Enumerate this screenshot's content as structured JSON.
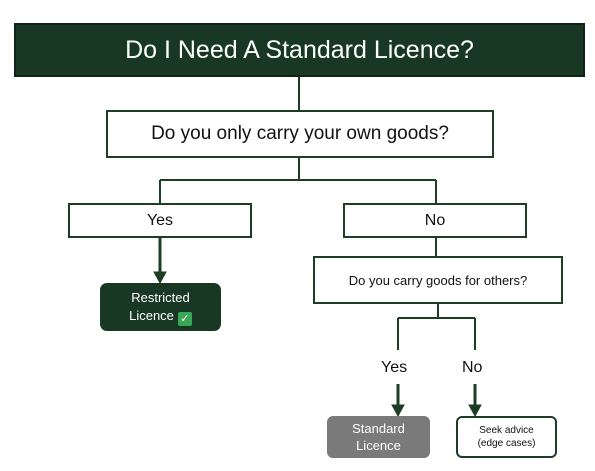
{
  "title": "Do I Need A Standard Licence?",
  "question1": "Do you only carry your own goods?",
  "branch1": {
    "yes": "Yes",
    "no": "No"
  },
  "restricted": {
    "line1": "Restricted",
    "line2": "Licence",
    "badge": "✓"
  },
  "question2": "Do you carry goods for others?",
  "branch2": {
    "yes": "Yes",
    "no": "No"
  },
  "standard": {
    "line1": "Standard",
    "line2": "Licence"
  },
  "seek": {
    "line1": "Seek advice",
    "line2": "(edge cases)"
  },
  "colors": {
    "dark_green": "#183823",
    "grey": "#7a7a7a",
    "check_green": "#3aa757"
  }
}
